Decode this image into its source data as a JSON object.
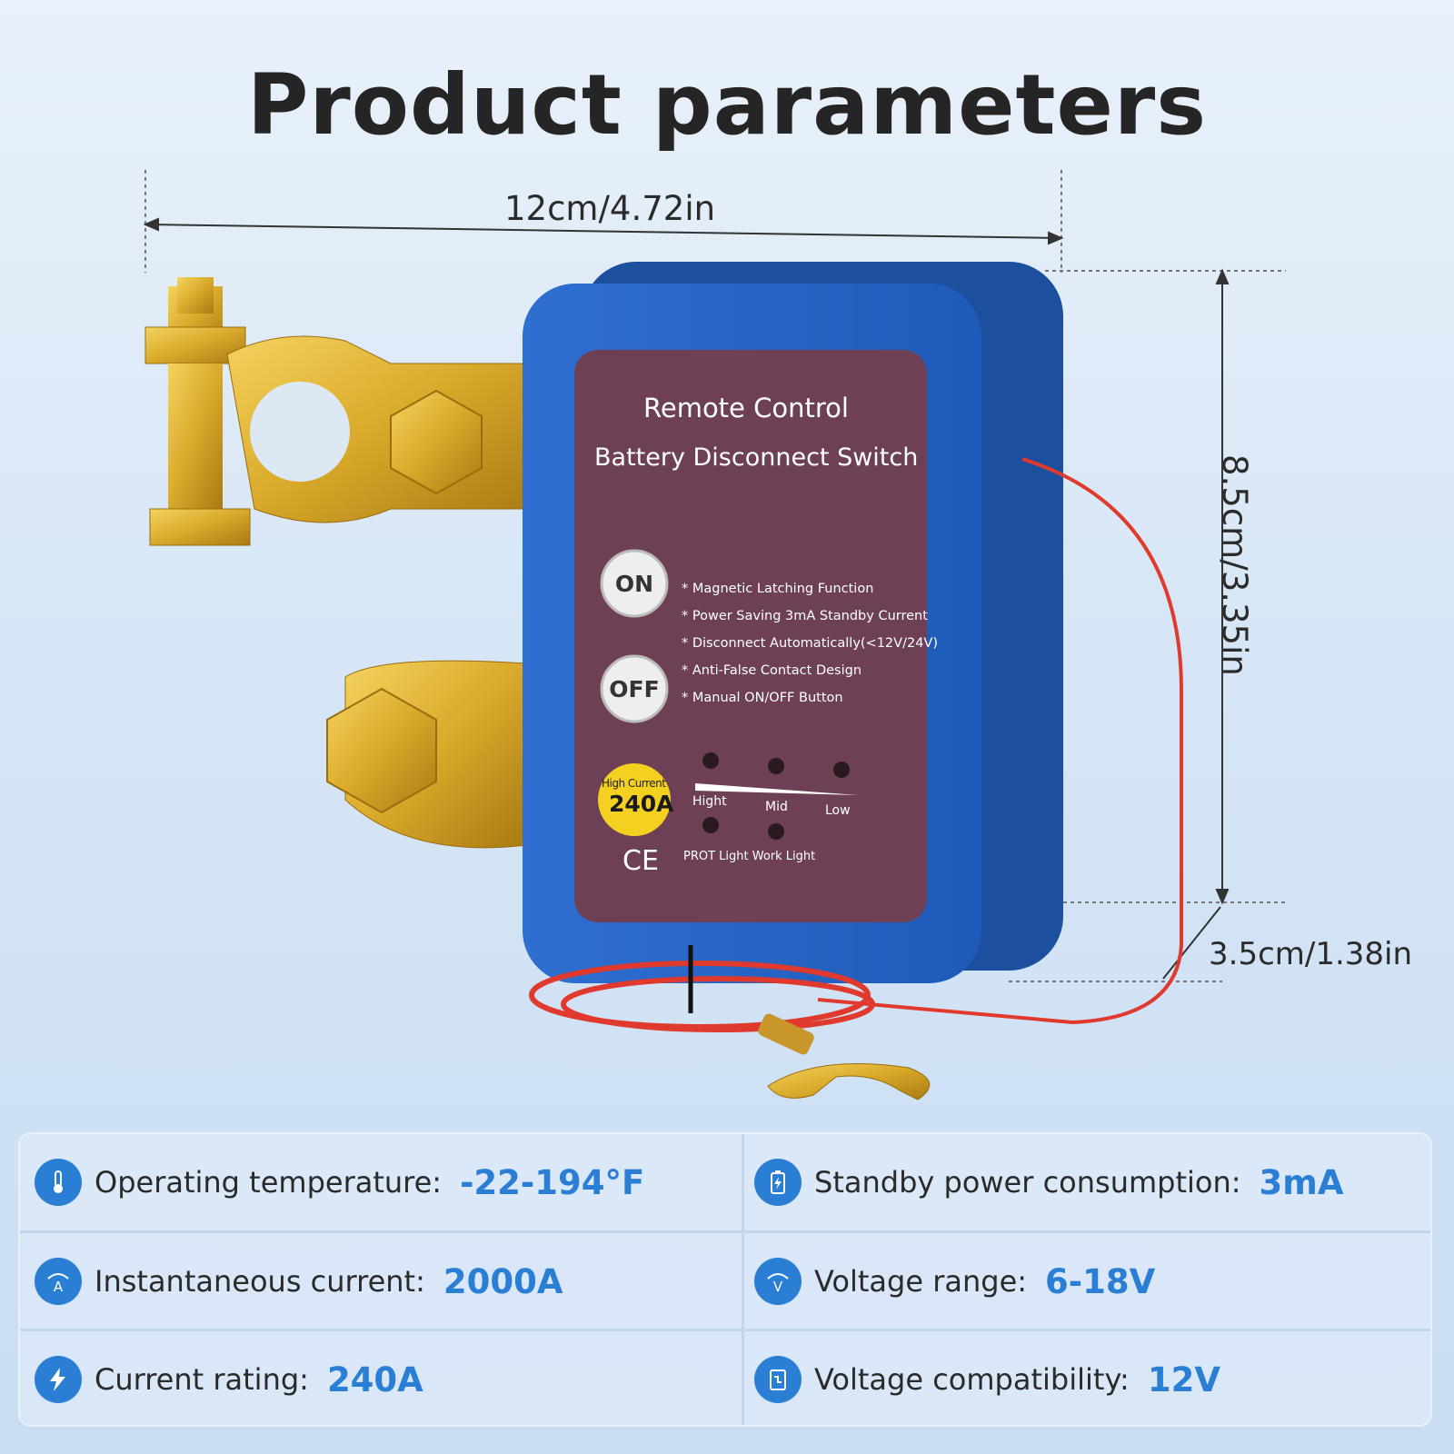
{
  "header": {
    "title": "Product parameters"
  },
  "dimensions": {
    "width": "12cm/4.72in",
    "height": "8.5cm/3.35in",
    "depth": "3.5cm/1.38in"
  },
  "device": {
    "title_line1": "Remote Control",
    "title_line2": "Battery Disconnect Switch",
    "on_label": "ON",
    "off_label": "OFF",
    "features": [
      "* Magnetic Latching Function",
      "* Power Saving 3mA Standby Current",
      "* Disconnect Automatically(<12V/24V)",
      "* Anti-False Contact Design",
      "* Manual ON/OFF Button"
    ],
    "led_labels": [
      "Hight",
      "Mid",
      "Low"
    ],
    "badge_line1": "High Current",
    "badge_line2": "240A",
    "ce_mark": "CE",
    "light_labels": "PROT Light Work Light"
  },
  "specs": [
    {
      "label": "Operating temperature:",
      "value": "-22-194°F",
      "icon": "thermometer-icon"
    },
    {
      "label": "Standby power consumption:",
      "value": "3mA",
      "icon": "battery-icon"
    },
    {
      "label": "Instantaneous current:",
      "value": "2000A",
      "icon": "current-meter-icon"
    },
    {
      "label": "Voltage range:",
      "value": "6-18V",
      "icon": "voltage-meter-icon"
    },
    {
      "label": "Current rating:",
      "value": "240A",
      "icon": "lightning-icon"
    },
    {
      "label": "Voltage compatibility:",
      "value": "12V",
      "icon": "plug-icon"
    }
  ],
  "colors": {
    "accent": "#2a7fd4",
    "device_body": "#2e6fd0",
    "panel": "#6e4056",
    "copper": "#d9a92a",
    "wire": "#e03a2e"
  }
}
